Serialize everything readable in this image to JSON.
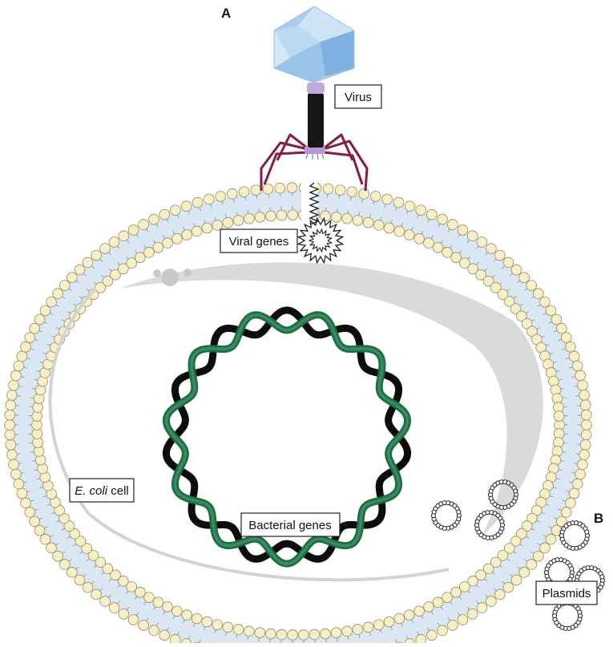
{
  "panels": {
    "a": "A",
    "b": "B"
  },
  "labels": {
    "virus": "Virus",
    "viral_genes": "Viral genes",
    "ecoli_italic": "E. coli",
    "ecoli_rest": " cell",
    "bacterial_genes": "Bacterial genes",
    "plasmids": "Plasmids"
  },
  "colors": {
    "membrane_head": "#f8f0c4",
    "membrane_head_stroke": "#8f8a6c",
    "membrane_tail_fill": "#dbe8f3",
    "capsid_light": "#bcd9f2",
    "capsid_dark": "#7fb2e0",
    "tail": "#161616",
    "collar": "#c2a9dc",
    "leg": "#8a1a40",
    "dna_light": "#4fa872",
    "dna_dark": "#1d6e45",
    "dna_black": "#0d0d0d",
    "nucleoid_outline": "#cfcfcf"
  }
}
